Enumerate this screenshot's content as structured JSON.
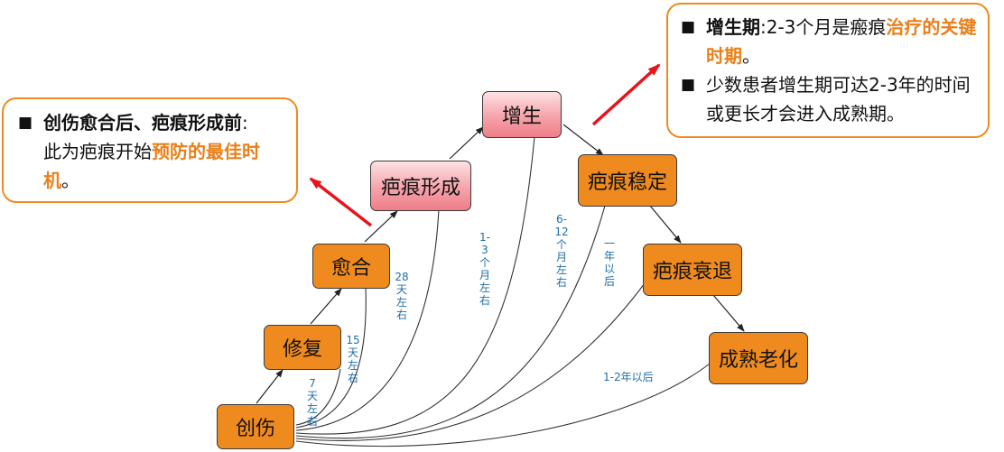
{
  "nodes": {
    "wound": "创伤",
    "repair": "修复",
    "heal": "愈合",
    "scar_form": "疤痕形成",
    "prolif": "增生",
    "stable": "疤痕稳定",
    "regress": "疤痕衰退",
    "mature": "成熟老化"
  },
  "durations": {
    "d7": "7天左右",
    "d15": "15天左右",
    "d28": "28天左右",
    "m1_3": "1-3个月左右",
    "m6_12": "6-12个月左右",
    "y1": "一年以后",
    "y1_2": "1-2年以后"
  },
  "callout_left": {
    "bullet": "■",
    "bold_text": "创伤愈合后、疤痕形成前",
    "colon": ":",
    "text_line2": "此为疤痕开始",
    "highlight": "预防的最佳时机",
    "end": "。"
  },
  "callout_right": {
    "bullet1": "■",
    "b1_bold": "增生期",
    "b1_text": ":2-3个月是瘢痕",
    "b1_highlight": "治疗的关键时期",
    "b1_end": "。",
    "bullet2": "■",
    "b2_text": "少数患者增生期可达2-3年的时间或更长才会进入成熟期。"
  },
  "colors": {
    "node_orange": "#ef8a1f",
    "node_pink": "#f5a3aa",
    "highlight_orange": "#e8801a",
    "red_arrow": "#e8141c",
    "label_blue": "#1f6fa8"
  }
}
